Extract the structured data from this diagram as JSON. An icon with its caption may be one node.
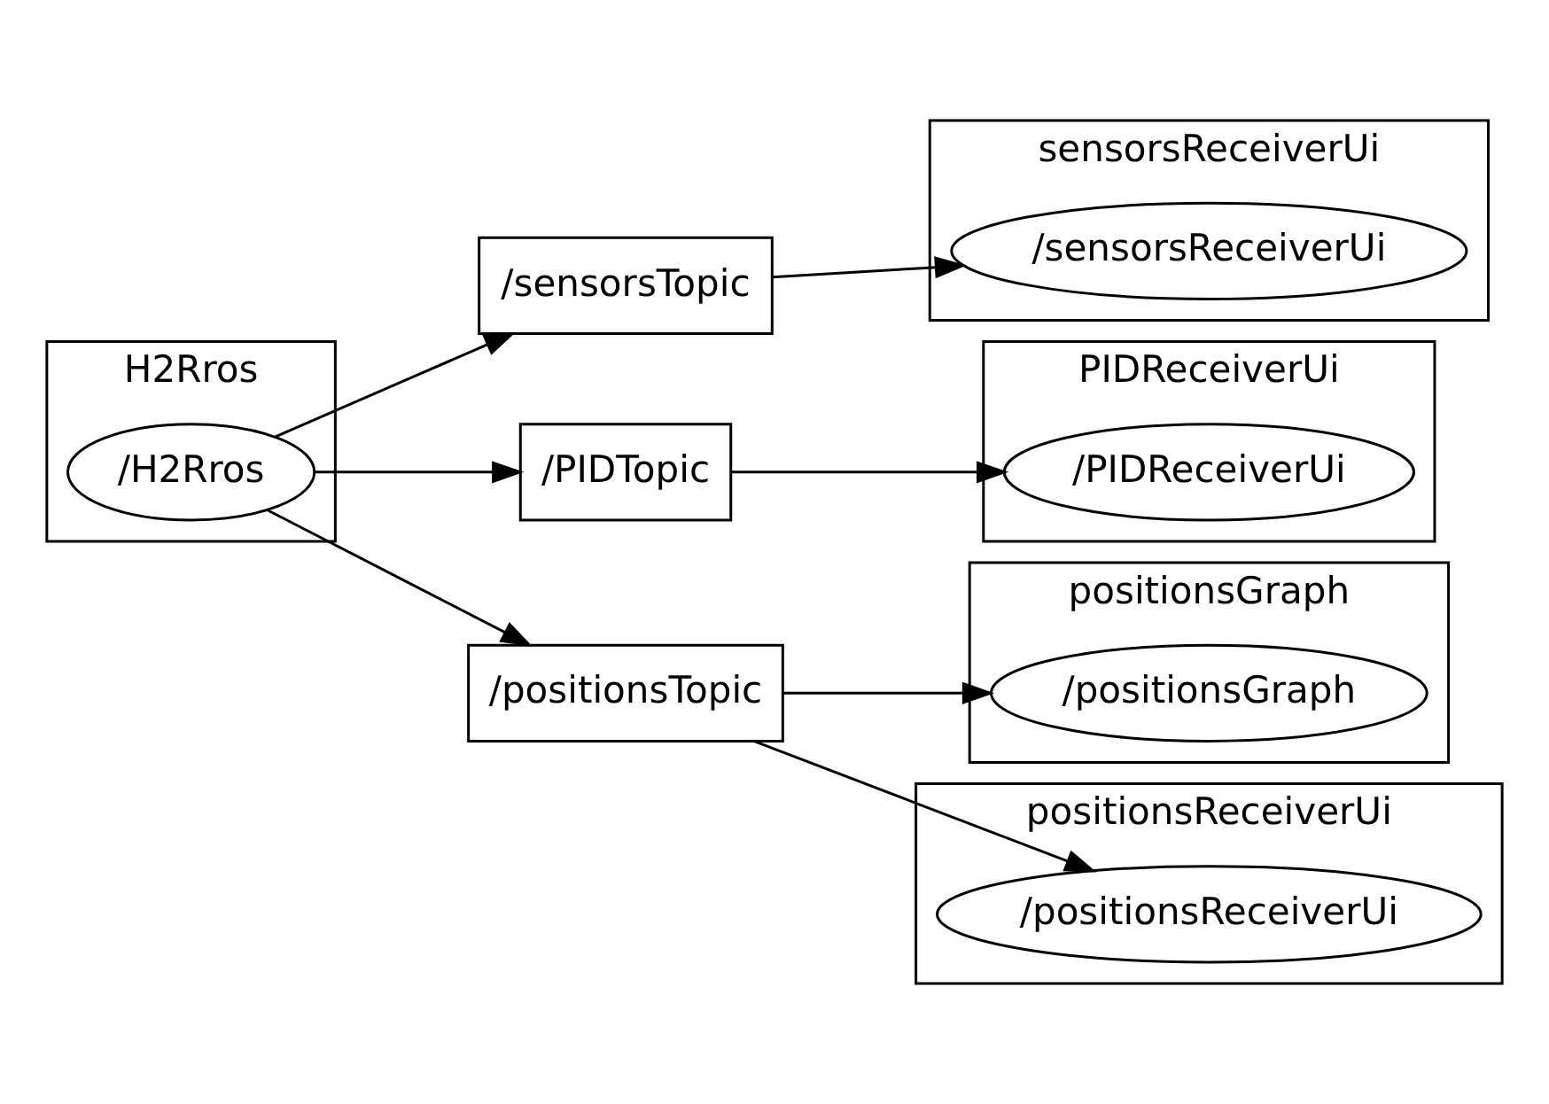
{
  "diagram": {
    "nodes": [
      {
        "text": [
          "H2Rros"
        ]
      },
      {
        "text": [
          "/H2Rros"
        ],
        "in": 0
      },
      {
        "text": [
          "/sensorsTopic"
        ]
      },
      {
        "text": [
          "/PIDTopic"
        ]
      },
      {
        "text": [
          "/positionsTopic"
        ]
      },
      {
        "text": [
          "sensorsReceiverUi"
        ]
      },
      {
        "text": [
          "/sensorsReceiverUi"
        ],
        "in": 5
      },
      {
        "text": [
          "PIDReceiverUi"
        ]
      },
      {
        "text": [
          "/PIDReceiverUi"
        ],
        "in": 7
      },
      {
        "text": [
          "positionsGraph"
        ]
      },
      {
        "text": [
          "/positionsGraph"
        ],
        "in": 9
      },
      {
        "text": [
          "positionsReceiverUi"
        ]
      },
      {
        "text": [
          "/positionsReceiverUi"
        ],
        "in": 11
      }
    ],
    "edges": [
      {
        "from": 1,
        "to": 2,
        "arrow": "to"
      },
      {
        "from": 1,
        "to": 3,
        "arrow": "to"
      },
      {
        "from": 1,
        "to": 4,
        "arrow": "to"
      },
      {
        "from": 2,
        "to": 6,
        "arrow": "to"
      },
      {
        "from": 3,
        "to": 8,
        "arrow": "to"
      },
      {
        "from": 4,
        "to": 10,
        "arrow": "to"
      },
      {
        "from": 4,
        "to": 12,
        "arrow": "to"
      }
    ]
  }
}
